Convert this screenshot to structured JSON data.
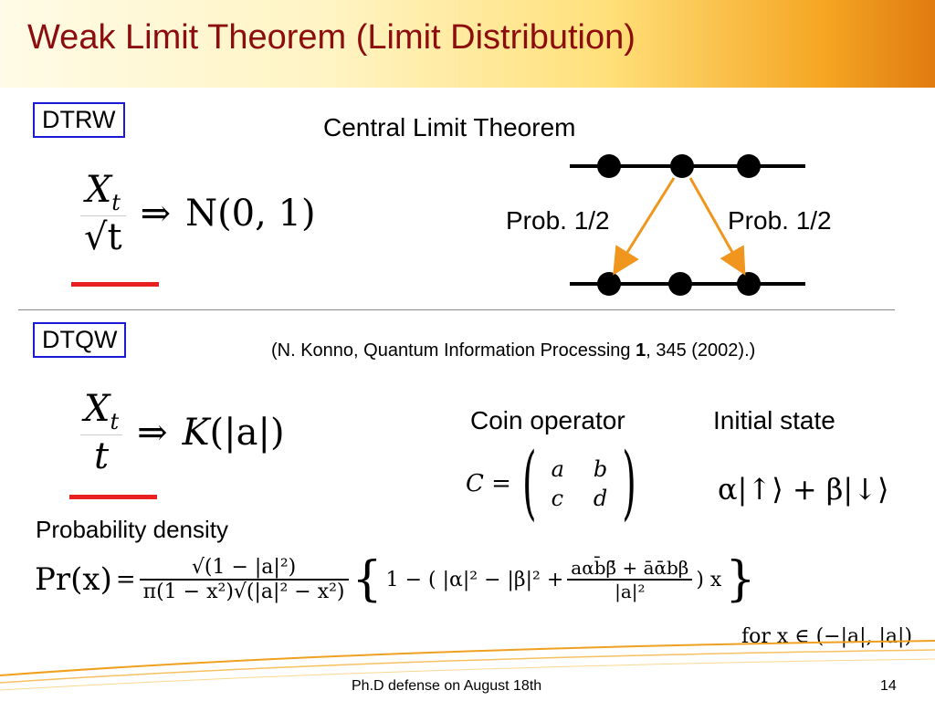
{
  "title": "Weak Limit Theorem (Limit Distribution)",
  "dtrw": {
    "label": "DTRW",
    "heading": "Central Limit Theorem",
    "formula": {
      "num": "X",
      "num_sub": "t",
      "den": "√t",
      "arrow": "⇒",
      "rhs": "N(0, 1)"
    },
    "prob_left": "Prob. 1/2",
    "prob_right": "Prob. 1/2"
  },
  "dtqw": {
    "label": "DTQW",
    "reference_prefix": "(N. Konno, Quantum Information Processing ",
    "reference_bold": "1",
    "reference_suffix": ", 345 (2002).)",
    "formula": {
      "num": "X",
      "num_sub": "t",
      "den": "t",
      "arrow": "⇒",
      "rhs_k": "K",
      "rhs_arg": "(|a|)"
    },
    "coin_label": "Coin operator",
    "initial_label": "Initial state",
    "coin_lhs": "C =",
    "matrix": [
      [
        "a",
        "b"
      ],
      [
        "c",
        "d"
      ]
    ],
    "state": "α|↑⟩ + β|↓⟩",
    "density_label": "Probability density",
    "pr_lhs": "Pr(x)",
    "pr_eq": "=",
    "pr_num": "√(1 − |a|²)",
    "pr_den": "π(1 − x²)√(|a|² − x²)",
    "brace_open": "{",
    "brace_close": "}",
    "bracket_inner": "1 − ( |α|² − |β|² + ",
    "inner_num": "aαb̄β̄ + āᾱbβ",
    "inner_den": "|a|²",
    "bracket_tail": ") x",
    "domain": "for x ∈ (−|a|, |a|)"
  },
  "footer": {
    "text": "Ph.D defense on August 18th",
    "page": "14"
  },
  "colors": {
    "title": "#8b0d0d",
    "box_border": "#1a1ad6",
    "highlight": "#e82020",
    "arrow": "#f0961e",
    "rule": "#f0a020"
  }
}
